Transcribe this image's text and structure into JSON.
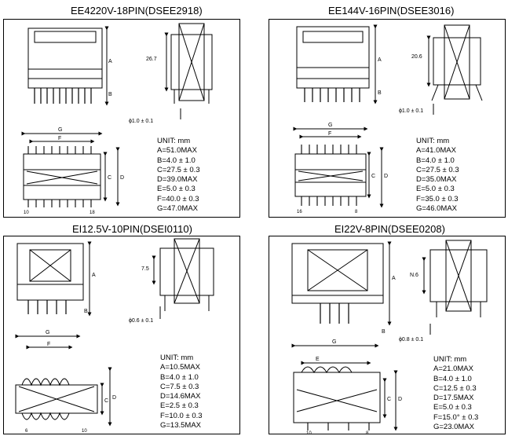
{
  "panels": [
    {
      "title": "EE4220V-18PIN(DSEE2918)",
      "unit": "UNIT: mm",
      "specs": [
        "A=51.0MAX",
        "B=4.0 ± 1.0",
        "C=27.5 ± 0.3",
        "D=39.0MAX",
        "E=5.0 ± 0.3",
        "F=40.0 ± 0.3",
        "G=47.0MAX"
      ],
      "side_dim": "26.7",
      "pin_dim": "ϕ1.0 ± 0.1",
      "pin_labels": [
        "10",
        "18"
      ]
    },
    {
      "title": "EE144V-16PIN(DSEE3016)",
      "unit": "UNIT: mm",
      "specs": [
        "A=41.0MAX",
        "B=4.0 ± 1.0",
        "C=27.5 ± 0.3",
        "D=35.0MAX",
        "E=5.0 ± 0.3",
        "F=35.0 ± 0.3",
        "G=46.0MAX"
      ],
      "side_dim": "20.6",
      "pin_dim": "ϕ1.0 ± 0.1",
      "pin_labels": [
        "16",
        "8"
      ]
    },
    {
      "title": "EI12.5V-10PIN(DSEI0110)",
      "unit": "UNIT: mm",
      "specs": [
        "A=10.5MAX",
        "B=4.0 ± 1.0",
        "C=7.5 ± 0.3",
        "D=14.6MAX",
        "E=2.5 ± 0.3",
        "F=10.0 ± 0.3",
        "G=13.5MAX"
      ],
      "side_dim": "7.5",
      "pin_dim": "ϕ0.6 ± 0.1",
      "pin_labels": [
        "6",
        "10"
      ]
    },
    {
      "title": "EI22V-8PIN(DSEE0208)",
      "unit": "UNIT: mm",
      "specs": [
        "A=21.0MAX",
        "B=4.0 ± 1.0",
        "C=12.5 ± 0.3",
        "D=17.5MAX",
        "E=5.0 ± 0.3",
        "F=15.0° ± 0.3",
        "G=23.0MAX"
      ],
      "side_dim": "N.6",
      "pin_dim": "ϕ0.8 ± 0.1",
      "pin_labels": [
        "10",
        "8"
      ]
    }
  ]
}
